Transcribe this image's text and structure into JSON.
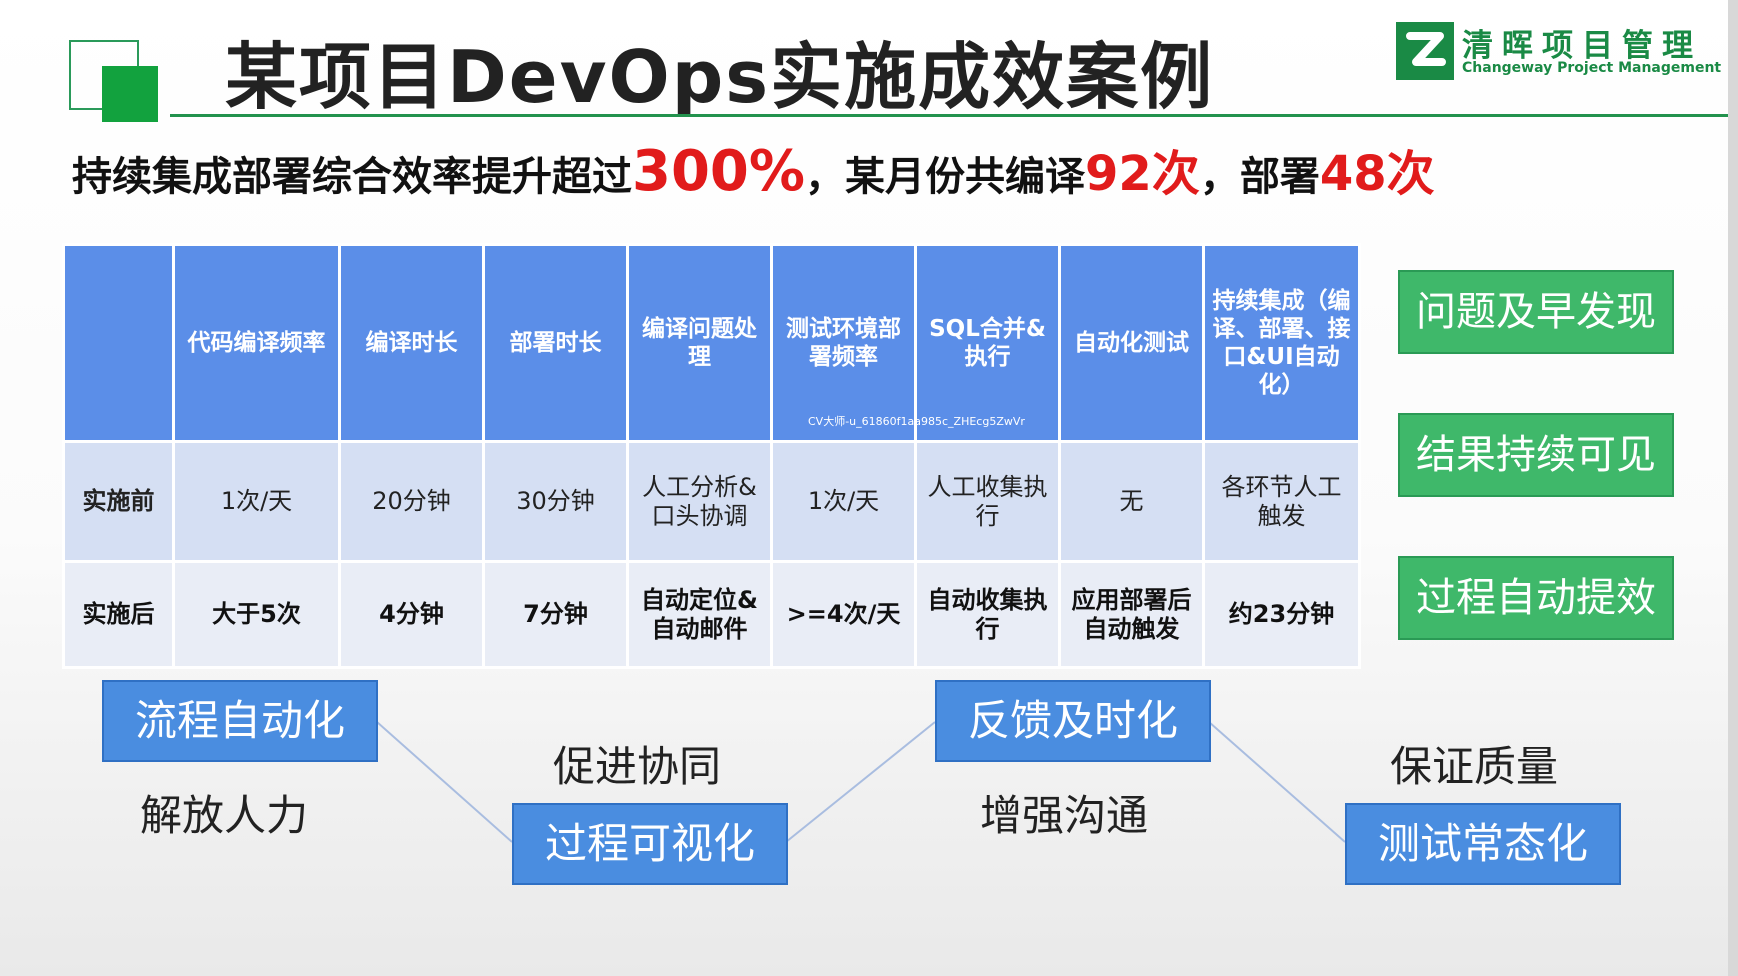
{
  "title": "某项目DevOps实施成效案例",
  "logo": {
    "cn": "清晖项目管理",
    "en": "Changeway Project Management"
  },
  "headline": {
    "part1": "持续集成部署综合效率提升超过",
    "v1": "300%",
    "part2": "，某月份共编译",
    "v2": "92次",
    "part3": "，部署",
    "v3": "48次"
  },
  "table": {
    "headers": [
      "",
      "代码编译频率",
      "编译时长",
      "部署时长",
      "编译问题处理",
      "测试环境部署频率",
      "SQL合并&执行",
      "自动化测试",
      "持续集成（编译、部署、接口&UI自动化）"
    ],
    "rows": [
      {
        "label": "实施前",
        "cells": [
          "1次/天",
          "20分钟",
          "30分钟",
          "人工分析&口头协调",
          "1次/天",
          "人工收集执行",
          "无",
          "各环节人工触发"
        ]
      },
      {
        "label": "实施后",
        "cells": [
          "大于5次",
          "4分钟",
          "7分钟",
          "自动定位&自动邮件",
          ">=4次/天",
          "自动收集执行",
          "应用部署后自动触发",
          "约23分钟"
        ]
      }
    ],
    "watermark": "CV大师-u_61860f1aa985c_ZHEcg5ZwVr"
  },
  "benefits": [
    "问题及早发现",
    "结果持续可见",
    "过程自动提效"
  ],
  "flow": {
    "boxes": [
      "流程自动化",
      "过程可视化",
      "反馈及时化",
      "测试常态化"
    ],
    "captions": [
      "解放人力",
      "促进协同",
      "增强沟通",
      "保证质量"
    ]
  },
  "colors": {
    "accent_green": "#12a23e",
    "header_blue": "#5b8ee8",
    "highlight_red": "#e11b1b"
  }
}
